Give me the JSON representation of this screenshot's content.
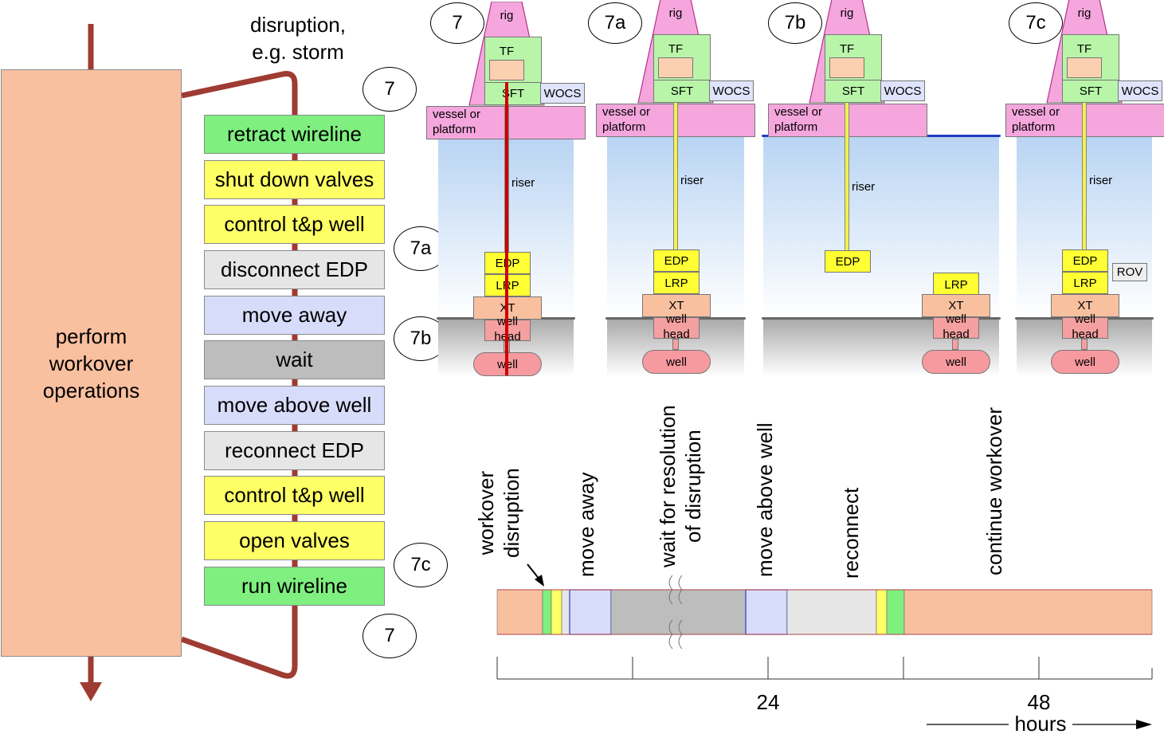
{
  "left_panel": {
    "main_box": "perform\nworkover\noperations",
    "disruption": "disruption,\ne.g. storm"
  },
  "steps": [
    {
      "label": "retract wireline",
      "color": "#7fef7f"
    },
    {
      "label": "shut down valves",
      "color": "#ffff66"
    },
    {
      "label": "control t&p well",
      "color": "#ffff66"
    },
    {
      "label": "disconnect EDP",
      "color": "#e6e6e6"
    },
    {
      "label": "move away",
      "color": "#d8dcfb"
    },
    {
      "label": "wait",
      "color": "#bdbdbd"
    },
    {
      "label": "move above well",
      "color": "#d8dcfb"
    },
    {
      "label": "reconnect EDP",
      "color": "#e6e6e6"
    },
    {
      "label": "control t&p well",
      "color": "#ffff66"
    },
    {
      "label": "open valves",
      "color": "#ffff66"
    },
    {
      "label": "run wireline",
      "color": "#7fef7f"
    }
  ],
  "state_markers": [
    "7",
    "7a",
    "7b",
    "7c",
    "7"
  ],
  "scenes": [
    {
      "id": "7",
      "rig": "rig",
      "tf": "TF",
      "sft": "SFT",
      "wocs": "WOCS",
      "vessel": "vessel or\nplatform",
      "riser": "riser",
      "edp": "EDP",
      "lrp": "LRP",
      "xt": "XT",
      "wellhead": "well\nhead",
      "well": "well"
    },
    {
      "id": "7a",
      "rig": "rig",
      "tf": "TF",
      "sft": "SFT",
      "wocs": "WOCS",
      "vessel": "vessel or\nplatform",
      "riser": "riser",
      "edp": "EDP",
      "lrp": "LRP",
      "xt": "XT",
      "wellhead": "well\nhead",
      "well": "well"
    },
    {
      "id": "7b",
      "rig": "rig",
      "tf": "TF",
      "sft": "SFT",
      "wocs": "WOCS",
      "vessel": "vessel or\nplatform",
      "riser": "riser",
      "edp": "EDP",
      "lrp": "LRP",
      "xt": "XT",
      "wellhead": "well\nhead",
      "well": "well"
    },
    {
      "id": "7c",
      "rig": "rig",
      "tf": "TF",
      "sft": "SFT",
      "wocs": "WOCS",
      "vessel": "vessel or\nplatform",
      "riser": "riser",
      "edp": "EDP",
      "lrp": "LRP",
      "xt": "XT",
      "wellhead": "well\nhead",
      "well": "well",
      "rov": "ROV"
    }
  ],
  "timeline": {
    "labels": [
      "workover\ndisruption",
      "move away",
      "wait for resolution\nof disruption",
      "move above well",
      "reconnect",
      "continue workover"
    ],
    "ticks": [
      "24",
      "48"
    ],
    "axis_label": "hours",
    "segments": [
      {
        "phase": "workover",
        "color": "#f9c0a0"
      },
      {
        "phase": "retract wireline",
        "color": "#7fef7f"
      },
      {
        "phase": "control",
        "color": "#ffff66"
      },
      {
        "phase": "disconnect",
        "color": "#e6e6e6"
      },
      {
        "phase": "move away",
        "color": "#d8dcfb"
      },
      {
        "phase": "wait",
        "color": "#bdbdbd"
      },
      {
        "phase": "move above well",
        "color": "#d8dcfb"
      },
      {
        "phase": "reconnect",
        "color": "#e6e6e6"
      },
      {
        "phase": "control",
        "color": "#ffff66"
      },
      {
        "phase": "run wireline",
        "color": "#7fef7f"
      },
      {
        "phase": "continue workover",
        "color": "#f9c0a0"
      }
    ]
  }
}
